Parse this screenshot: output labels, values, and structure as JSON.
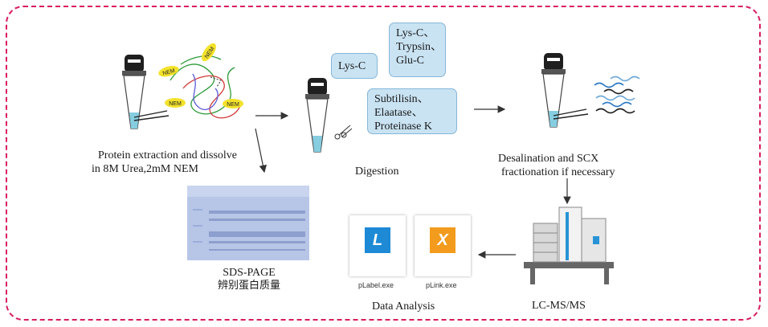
{
  "step1": {
    "label_line1": "Protein extraction and dissolve",
    "label_line2": "in 8M Urea,2mM NEM",
    "nem_tags": [
      "NEM",
      "NEM",
      "NEM",
      "NEM"
    ]
  },
  "digestion": {
    "label": "Digestion",
    "boxes": {
      "lysc": [
        "Lys-C"
      ],
      "multi": [
        "Lys-C、",
        "Trypsin、",
        "Glu-C"
      ],
      "nonspecific": [
        "Subtilisin、",
        "Elaatase、",
        "Proteinase K"
      ]
    }
  },
  "desalination": {
    "label_line1": "Desalination and SCX",
    "label_line2": "fractionation if necessary"
  },
  "sds_page": {
    "label_line1": "SDS-PAGE",
    "label_line2": "辨别蛋白质量"
  },
  "analysis": {
    "label": "Data Analysis",
    "apps": [
      {
        "glyph": "L",
        "exe": "pLabel.exe",
        "color": "#1e8ad6"
      },
      {
        "glyph": "X",
        "exe": "pLink.exe",
        "color": "#f29b1d"
      }
    ]
  },
  "lcms": {
    "label": "LC-MS/MS"
  },
  "colors": {
    "frame": "#d81b60",
    "box_fill": "#c9e3f3",
    "box_border": "#86b7d8",
    "gel": "#aebfe0"
  }
}
